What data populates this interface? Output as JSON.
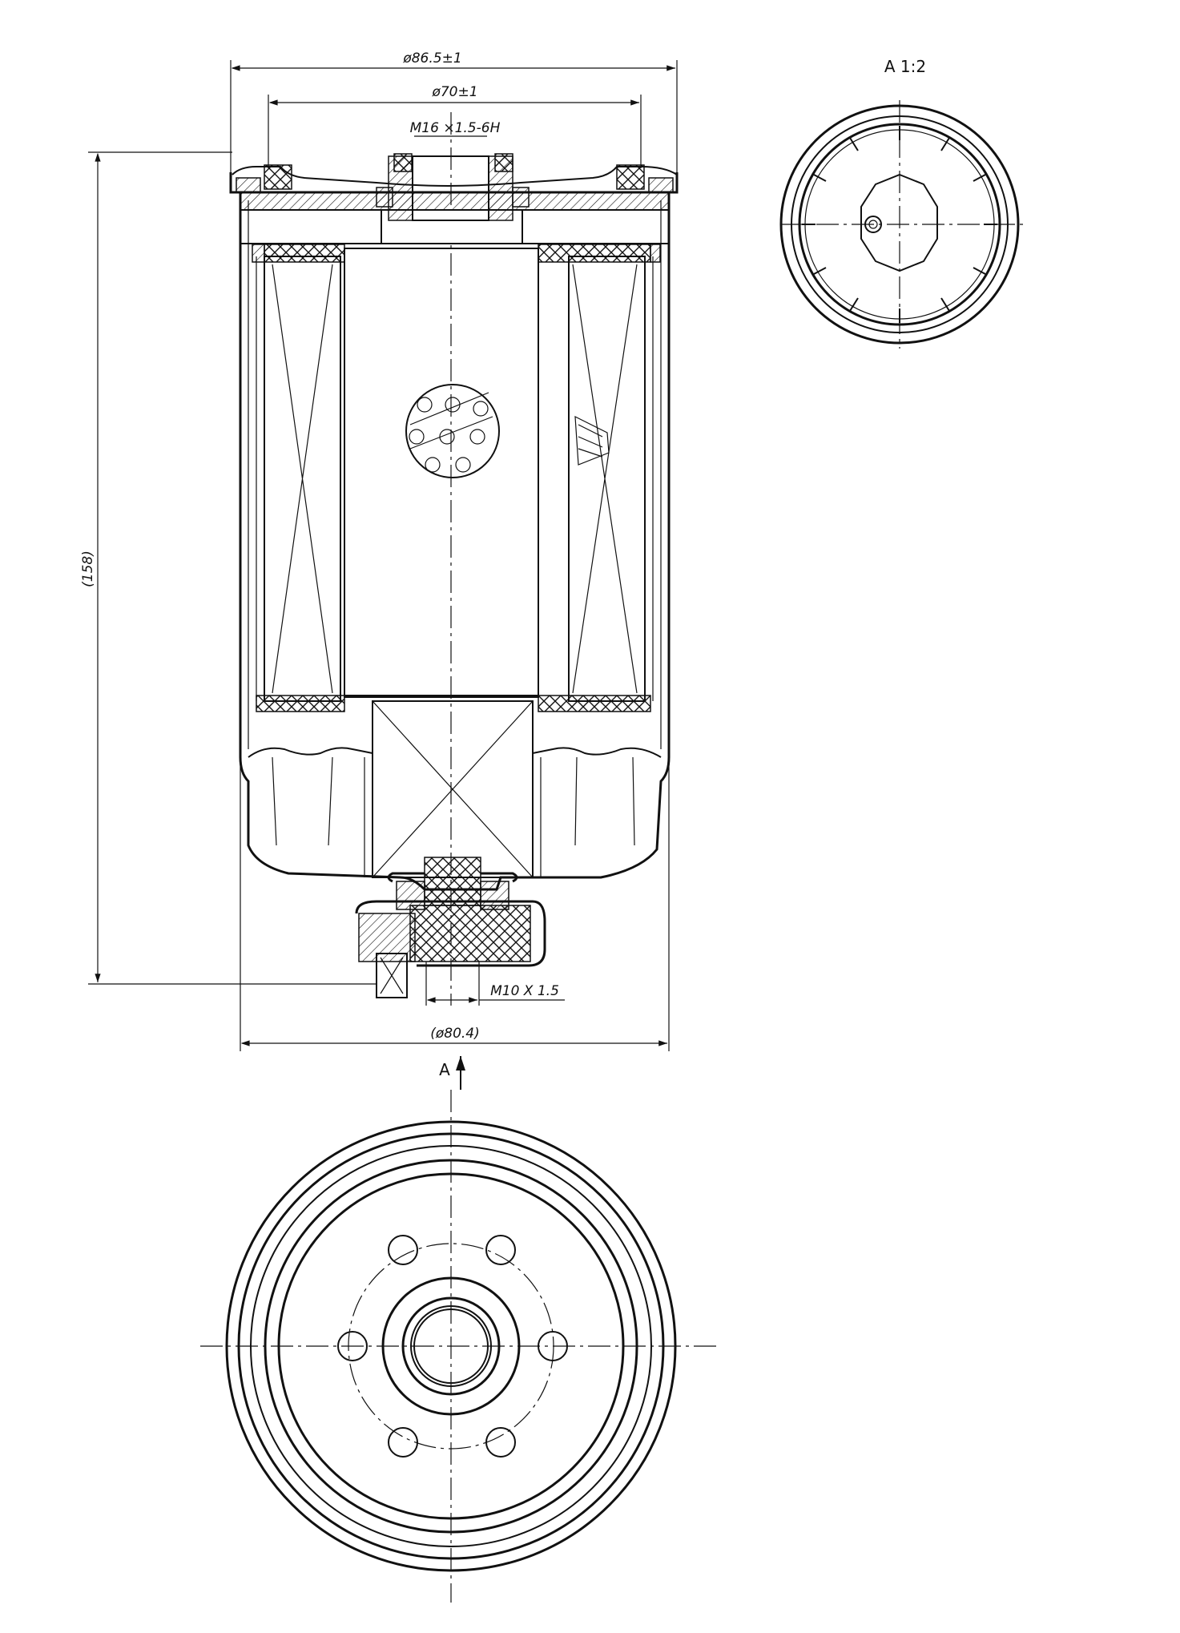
{
  "drawing": {
    "view_label_detail": "A 1:2",
    "view_label_arrow": "A",
    "dimensions": {
      "outer_diameter": "ø86.5±1",
      "seal_diameter": "ø70±1",
      "top_thread": "M16 ×1.5-6H",
      "overall_height": "(158)",
      "drain_thread": "M10 X 1.5",
      "body_diameter": "(ø80.4)"
    }
  }
}
